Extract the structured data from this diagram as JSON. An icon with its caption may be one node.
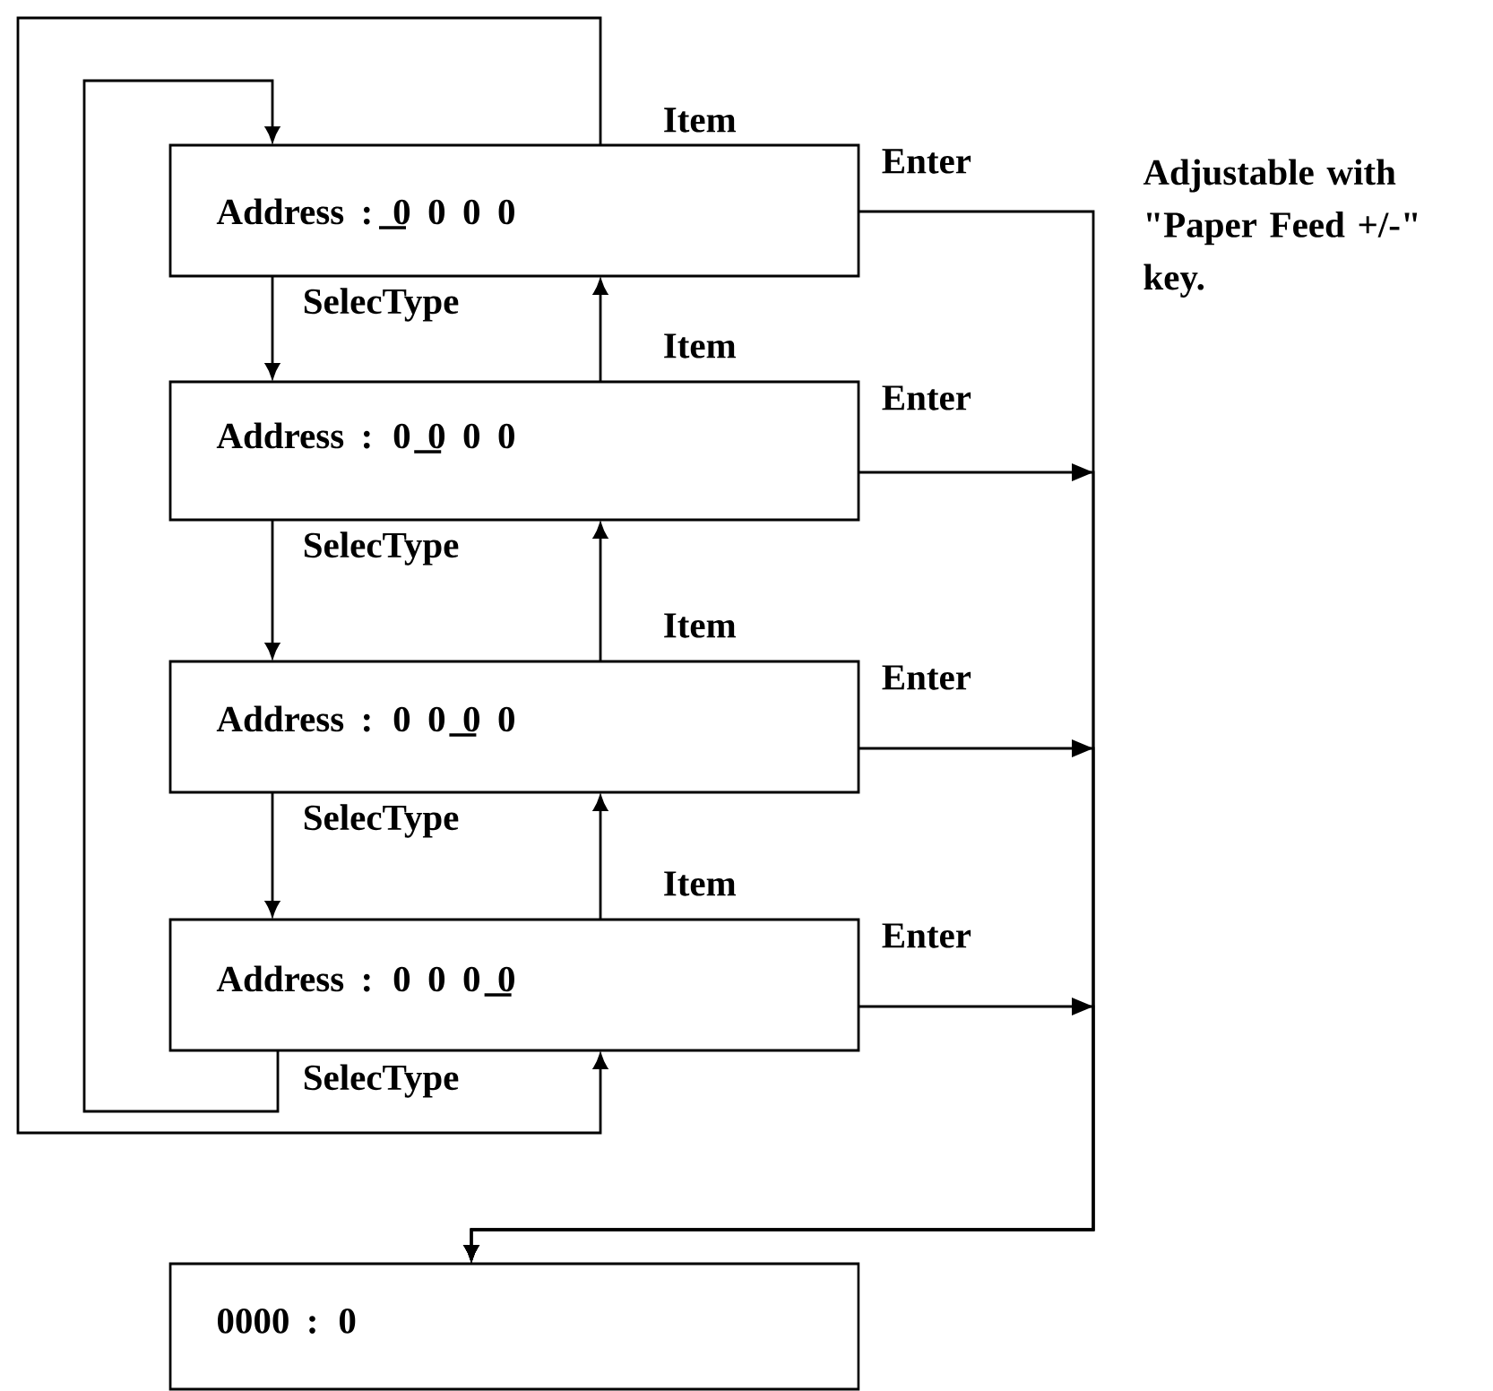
{
  "diagram": {
    "nodes": [
      {
        "text": [
          "Address : 0 0 0 0"
        ]
      },
      {
        "text": [
          "Address : 0 0 0 0"
        ]
      },
      {
        "text": [
          "Address : 0 0 0 0"
        ]
      },
      {
        "text": [
          "Address : 0 0 0 0"
        ]
      },
      {
        "text": [
          "0000 : 0"
        ]
      }
    ],
    "edges": [
      {
        "from": 0,
        "to": 1,
        "arrow": "to",
        "label": "SelecType"
      },
      {
        "from": 1,
        "to": 0,
        "arrow": "to",
        "label": "Item"
      },
      {
        "from": 1,
        "to": 2,
        "arrow": "to",
        "label": "SelecType"
      },
      {
        "from": 2,
        "to": 1,
        "arrow": "to",
        "label": "Item"
      },
      {
        "from": 2,
        "to": 3,
        "arrow": "to",
        "label": "SelecType"
      },
      {
        "from": 3,
        "to": 2,
        "arrow": "to",
        "label": "Item"
      },
      {
        "from": 3,
        "to": 0,
        "arrow": "to",
        "label": "SelecType"
      },
      {
        "from": 0,
        "to": 3,
        "arrow": "to",
        "label": "Item"
      },
      {
        "from": 0,
        "to": 4,
        "arrow": "to",
        "label": "Enter"
      },
      {
        "from": 1,
        "to": 4,
        "arrow": "to",
        "label": "Enter"
      },
      {
        "from": 2,
        "to": 4,
        "arrow": "to",
        "label": "Enter"
      },
      {
        "from": 3,
        "to": 4,
        "arrow": "to",
        "label": "Enter"
      }
    ],
    "labels": [
      "Adjustable with \"Paper Feed +/-\" key."
    ]
  }
}
